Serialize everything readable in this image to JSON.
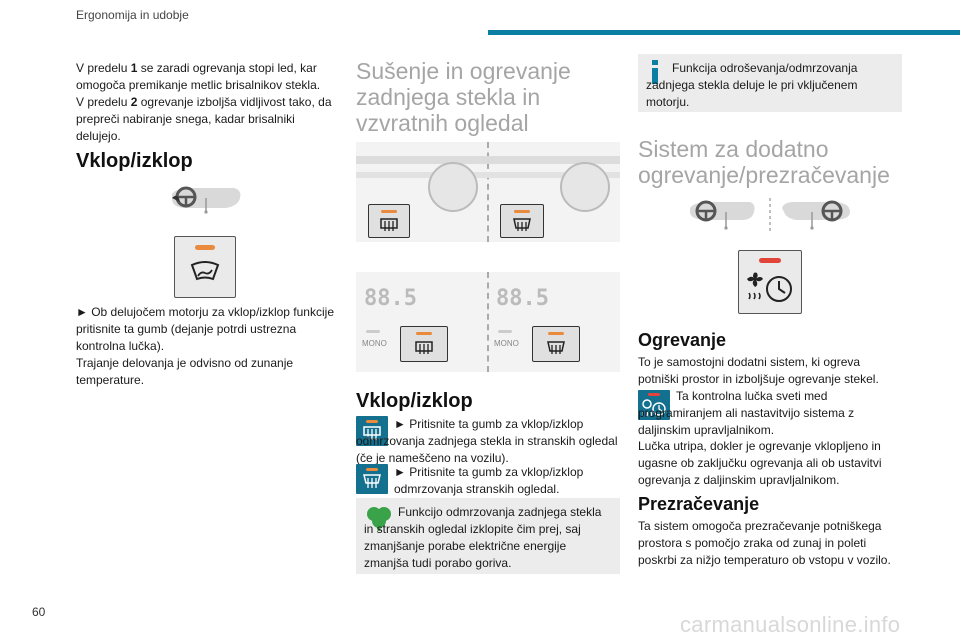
{
  "header": {
    "title": "Ergonomija in udobje"
  },
  "page_number": "60",
  "watermark": "carmanualsonline.info",
  "colors": {
    "accent": "#0b7fa3",
    "led_orange": "#e98a3c",
    "led_red": "#e2443a",
    "icon_teal": "#13708f",
    "eco_green": "#3aa34a"
  },
  "col1": {
    "p1_a": "V predelu ",
    "p1_b": "1",
    "p1_c": " se zaradi ogrevanja stopi led, kar omogoča premikanje metlic brisalnikov stekla.",
    "p2_a": "V predelu ",
    "p2_b": "2",
    "p2_c": " ogrevanje izboljša vidljivost tako, da prepreči nabiranje snega, kadar brisalniki delujejo.",
    "heading": "Vklop/izklop",
    "bullet": "► Ob delujočem motorju za vklop/izklop funkcije pritisnite ta gumb (dejanje potrdi ustrezna kontrolna lučka).",
    "p3": "Trajanje delovanja je odvisno od zunanje temperature."
  },
  "col2": {
    "heading": "Sušenje in ogrevanje zadnjega stekla in vzvratnih ogledal",
    "display_left": "88.5",
    "display_right": "88.5",
    "mono_left": "MONO",
    "mono_right": "MONO",
    "subheading": "Vklop/izklop",
    "item1": "► Pritisnite ta gumb za vklop/izklop odmrzovanja zadnjega stekla in stranskih ogledal (če je nameščeno na vozilu).",
    "item2": "► Pritisnite ta gumb za vklop/izklop odmrzovanja stranskih ogledal.",
    "eco_note": "Funkcijo odmrzovanja zadnjega stekla in stranskih ogledal izklopite čim prej, saj zmanjšanje porabe električne energije zmanjša tudi porabo goriva."
  },
  "col3": {
    "info_note": "Funkcija odroševanja/odmrzovanja zadnjega stekla deluje le pri vključenem motorju.",
    "heading": "Sistem za dodatno ogrevanje/prezračevanje",
    "sub1": "Ogrevanje",
    "p1": "To je samostojni dodatni sistem, ki ogreva potniški prostor in izboljšuje ogrevanje stekel.",
    "p2": "Ta kontrolna lučka sveti med programiranjem ali nastavitvijo sistema z daljinskim upravljalnikom.",
    "p3": "Lučka utripa, dokler je ogrevanje vklopljeno in ugasne ob zaključku ogrevanja ali ob ustavitvi ogrevanja z daljinskim upravljalnikom.",
    "sub2": "Prezračevanje",
    "p4": "Ta sistem omogoča prezračevanje potniškega prostora s pomočjo zraka od zunaj in poleti poskrbi za nižjo temperaturo ob vstopu v vozilo."
  }
}
